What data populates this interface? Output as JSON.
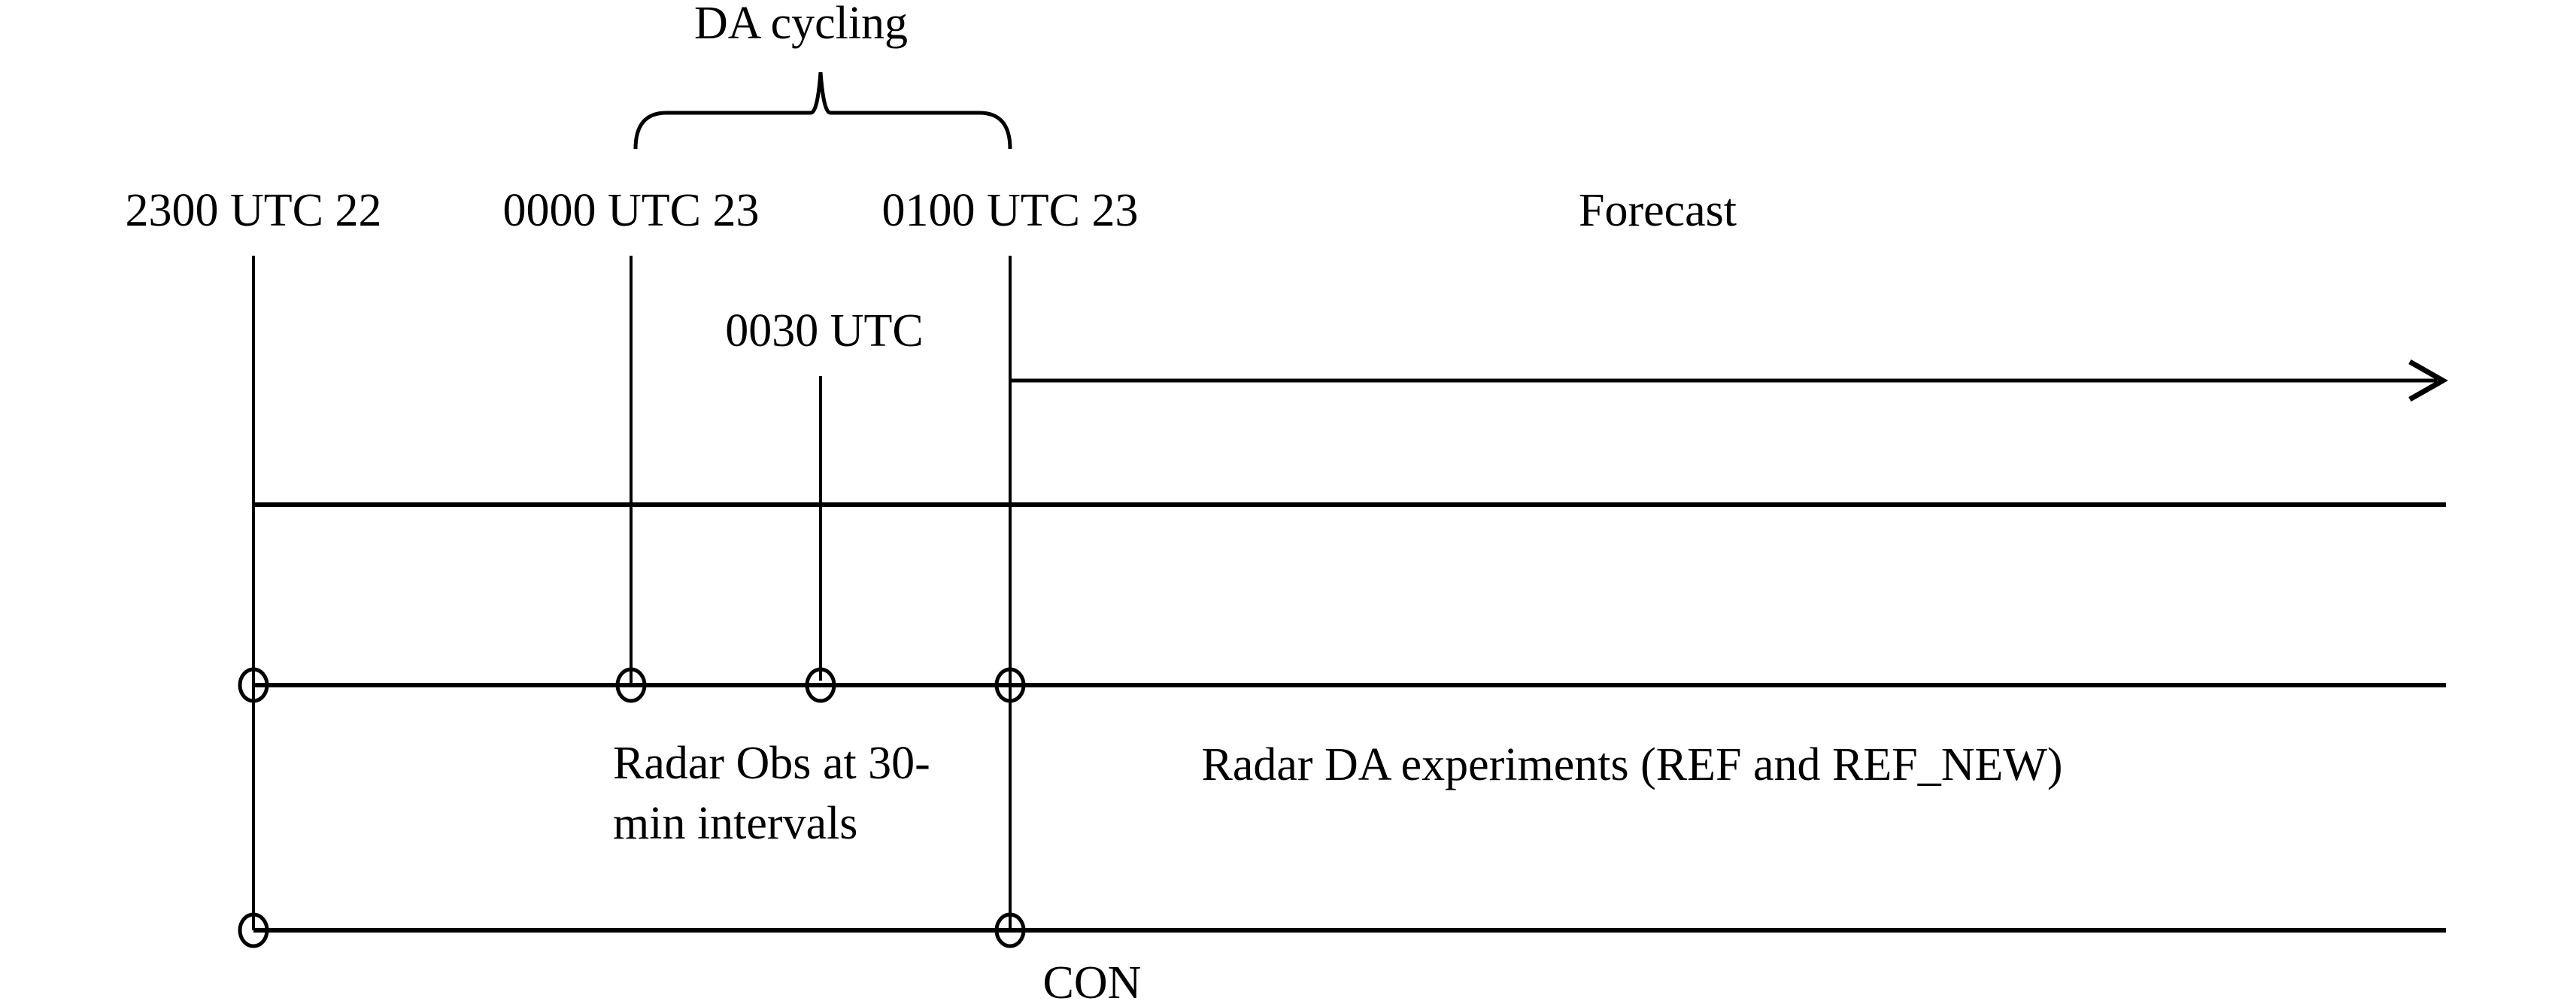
{
  "figure": {
    "brace_title": "DA cycling",
    "time_labels": {
      "t2300": "2300 UTC 22",
      "t0000": "0000 UTC 23",
      "t0100": "0100 UTC 23",
      "t0030": "0030 UTC"
    },
    "forecast_label": "Forecast",
    "obs_note": {
      "line1": "Radar Obs at 30-",
      "line2": "min intervals"
    },
    "experiments_label": "Radar DA experiments (REF and REF_NEW)",
    "control_label": "CON",
    "colors": {
      "ink": "#000000",
      "background": "#ffffff"
    }
  }
}
